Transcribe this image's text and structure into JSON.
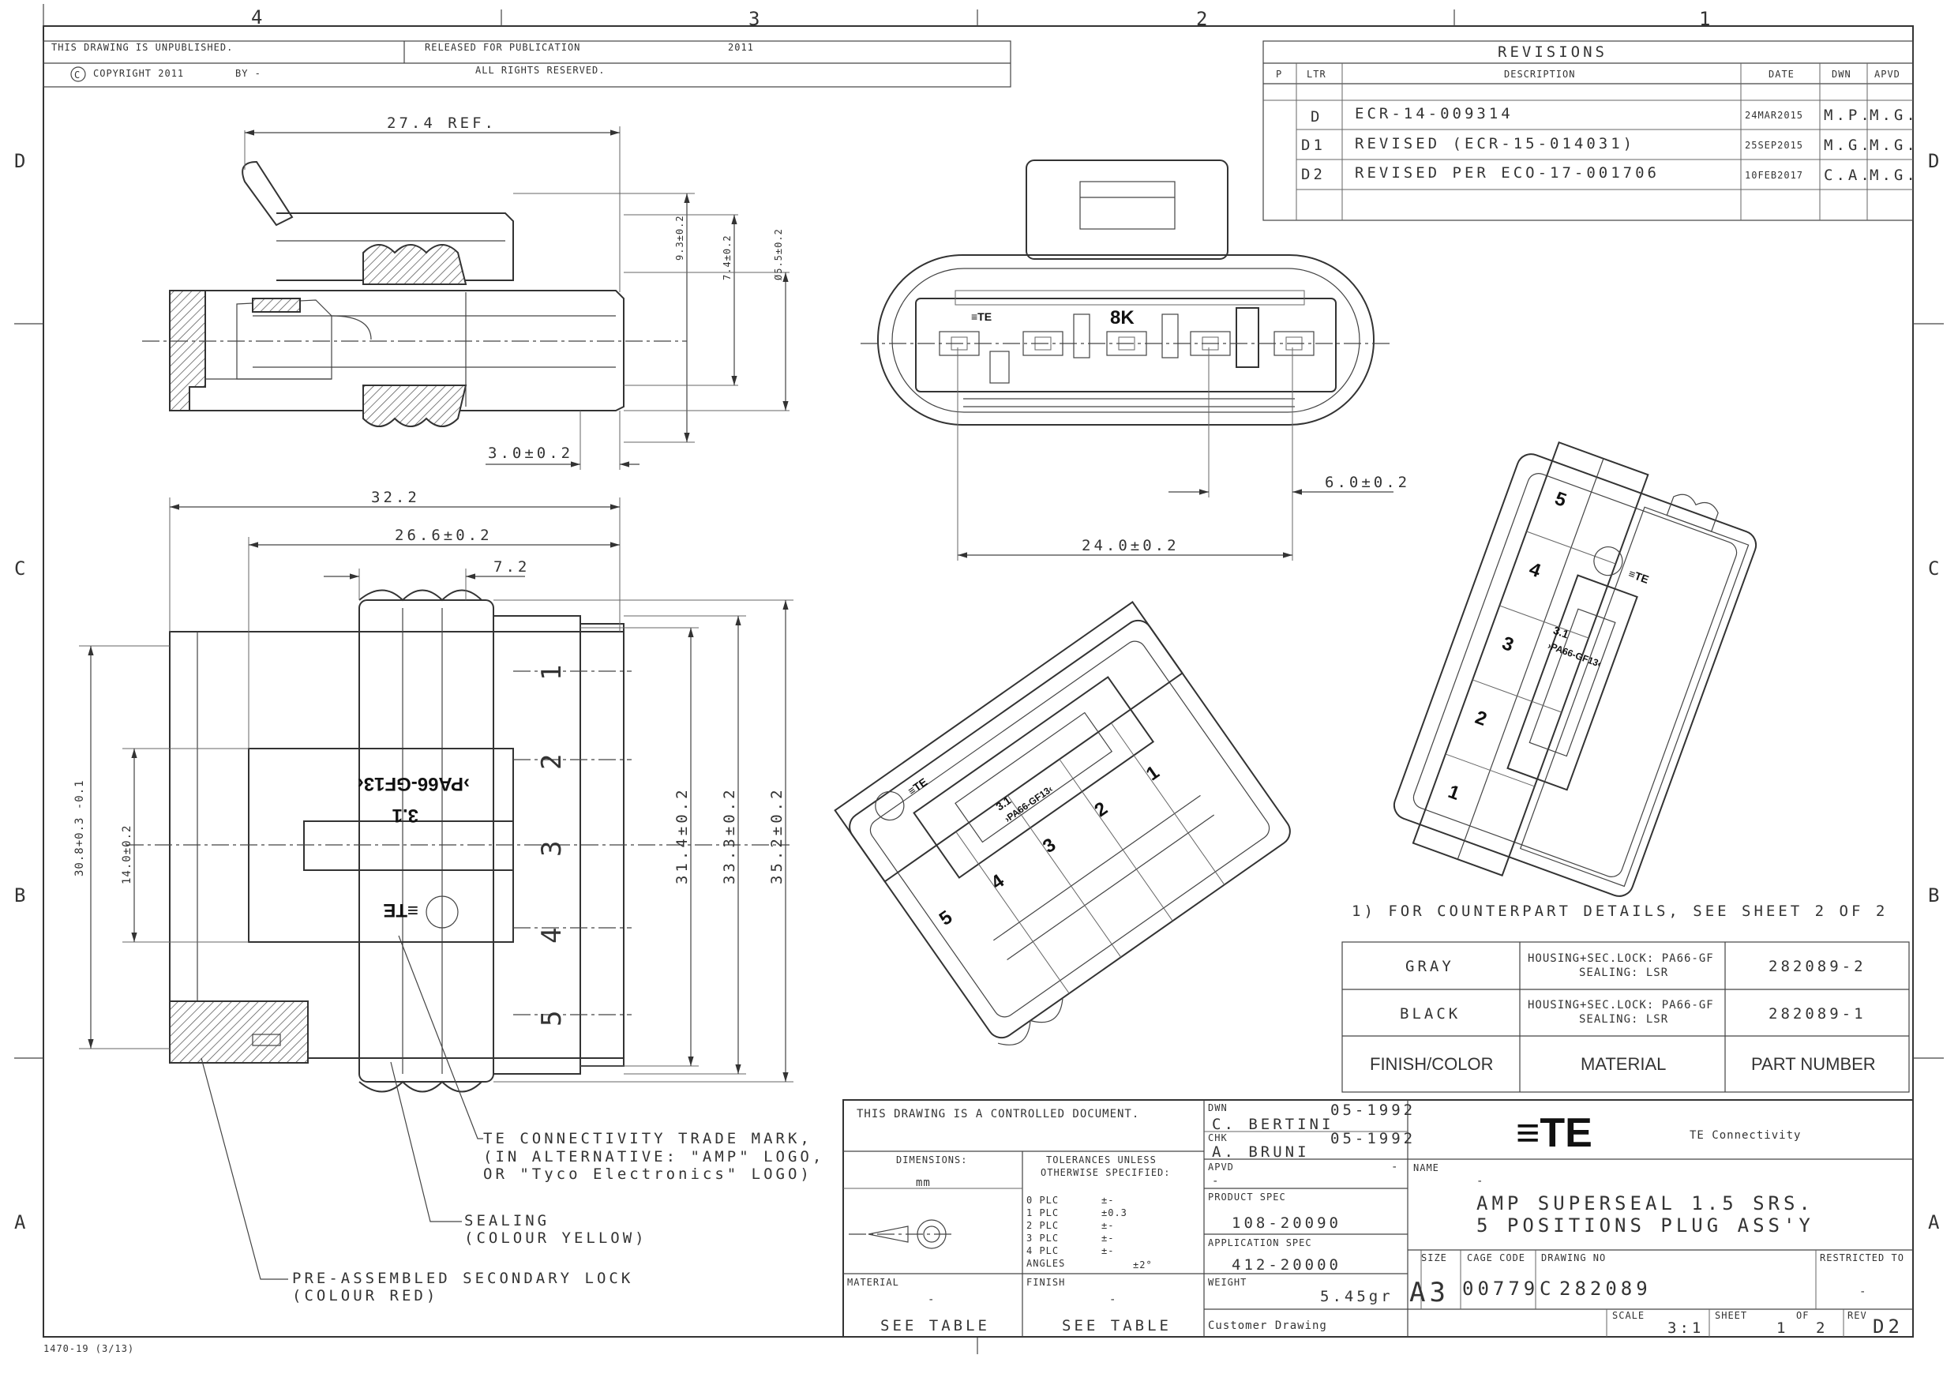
{
  "zones": {
    "top": [
      "4",
      "3",
      "2",
      "1"
    ],
    "side": [
      "D",
      "C",
      "B",
      "A"
    ]
  },
  "header": {
    "unpublished": "THIS DRAWING IS UNPUBLISHED.",
    "released": "RELEASED FOR PUBLICATION",
    "year": "2011",
    "copyright": "COPYRIGHT 2011",
    "copyright_symbol": "C",
    "by": "BY -",
    "rights": "ALL RIGHTS RESERVED."
  },
  "revisions": {
    "title": "REVISIONS",
    "headers": {
      "p": "P",
      "ltr": "LTR",
      "description": "DESCRIPTION",
      "date": "DATE",
      "dwn": "DWN",
      "apvd": "APVD"
    },
    "rows": [
      {
        "ltr": "D",
        "description": "ECR-14-009314",
        "date": "24MAR2015",
        "dwn": "M.P.",
        "apvd": "M.G."
      },
      {
        "ltr": "D1",
        "description": "REVISED (ECR-15-014031)",
        "date": "25SEP2015",
        "dwn": "M.G.",
        "apvd": "M.G."
      },
      {
        "ltr": "D2",
        "description": "REVISED PER ECO-17-001706",
        "date": "10FEB2017",
        "dwn": "C.A.",
        "apvd": "M.G."
      }
    ]
  },
  "dimensions": {
    "ref": "27.4 REF.",
    "d93": "9.3±0.2",
    "d74": "7.4±0.2",
    "d55": "Ø5.5±0.2",
    "d30": "3.0±0.2",
    "d60": "6.0±0.2",
    "d240": "24.0±0.2",
    "d322": "32.2",
    "d266": "26.6±0.2",
    "d72": "7.2",
    "d308": "30.8+0.3 -0.1",
    "d140": "14.0±0.2",
    "d314": "31.4±0.2",
    "d333": "33.3±0.2",
    "d352": "35.2±0.2"
  },
  "markings": {
    "material": "›PA66-GF13‹",
    "grade": "3.1",
    "code": "8K",
    "te": "≡TE",
    "positions": [
      "1",
      "2",
      "3",
      "4",
      "5"
    ]
  },
  "notes": {
    "counterpart": "1) FOR COUNTERPART DETAILS, SEE SHEET 2 OF 2",
    "trademark_1": "TE CONNECTIVITY TRADE MARK,",
    "trademark_2": "(IN ALTERNATIVE: \"AMP\" LOGO,",
    "trademark_3": "OR \"Tyco Electronics\" LOGO)",
    "amp": "AMP",
    "tyco": "Tyco Electronics",
    "sealing_1": "SEALING",
    "sealing_2": "(COLOUR YELLOW)",
    "lock_1": "PRE-ASSEMBLED SECONDARY LOCK",
    "lock_2": "(COLOUR RED)"
  },
  "finish_table": {
    "rows": [
      {
        "color": "GRAY",
        "material_1": "HOUSING+SEC.LOCK: PA66-GF",
        "material_2": "SEALING: LSR",
        "part": "282089-2"
      },
      {
        "color": "BLACK",
        "material_1": "HOUSING+SEC.LOCK: PA66-GF",
        "material_2": "SEALING: LSR",
        "part": "282089-1"
      }
    ],
    "headers": {
      "color": "FINISH/COLOR",
      "material": "MATERIAL",
      "part": "PART NUMBER"
    }
  },
  "title_block": {
    "controlled": "THIS DRAWING IS A CONTROLLED DOCUMENT.",
    "dimensions_label": "DIMENSIONS:",
    "units": "mm",
    "tolerances_1": "TOLERANCES UNLESS",
    "tolerances_2": "OTHERWISE SPECIFIED:",
    "plc": [
      {
        "label": "0 PLC",
        "value": "±-"
      },
      {
        "label": "1 PLC",
        "value": "±0.3"
      },
      {
        "label": "2 PLC",
        "value": "±-"
      },
      {
        "label": "3 PLC",
        "value": "±-"
      },
      {
        "label": "4 PLC",
        "value": "±-"
      }
    ],
    "angles_label": "ANGLES",
    "angles_value": "±2°",
    "material_label": "MATERIAL",
    "material_value": "-",
    "material_table": "SEE TABLE",
    "finish_label": "FINISH",
    "finish_value": "-",
    "finish_table": "SEE TABLE",
    "dwn_label": "DWN",
    "dwn_name": "C. BERTINI",
    "dwn_date": "05-1992",
    "chk_label": "CHK",
    "chk_name": "A. BRUNI",
    "chk_date": "05-1992",
    "apvd_label": "APVD",
    "apvd_value": "-",
    "apvd_date": "-",
    "product_spec_label": "PRODUCT SPEC",
    "product_spec": "108-20090",
    "application_spec_label": "APPLICATION SPEC",
    "application_spec": "412-20000",
    "weight_label": "WEIGHT",
    "weight": "5.45gr",
    "customer": "Customer Drawing",
    "company_logo": "≡TE",
    "company": "TE Connectivity",
    "name_label": "NAME",
    "name_dash": "-",
    "name_1": "AMP SUPERSEAL 1.5 SRS.",
    "name_2": "5 POSITIONS PLUG ASS'Y",
    "size_label": "SIZE",
    "size": "A3",
    "cage_label": "CAGE CODE",
    "cage": "00779",
    "drawing_label": "DRAWING NO",
    "drawing_prefix": "C",
    "drawing": "282089",
    "restricted_label": "RESTRICTED TO",
    "restricted": "-",
    "scale_label": "SCALE",
    "scale": "3:1",
    "sheet_label": "SHEET",
    "sheet": "1",
    "of_label": "OF",
    "of": "2",
    "rev_label": "REV",
    "rev": "D2"
  },
  "form_number": "1470-19 (3/13)"
}
